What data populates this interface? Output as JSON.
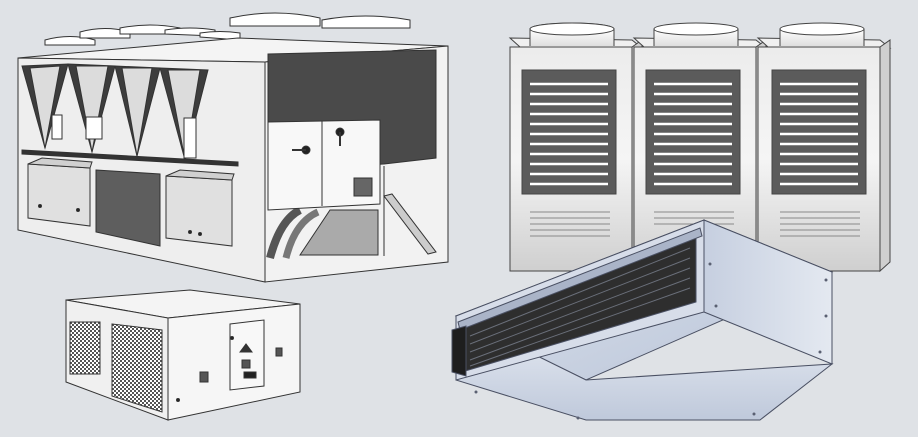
{
  "scene": {
    "background": "#dfe2e6",
    "units": [
      {
        "name": "air-cooled-chiller",
        "panel_color": "#efefef",
        "dark_color": "#4a4a4a"
      },
      {
        "name": "vrf-outdoor-units",
        "count": 3,
        "panel_color": "#e4e4e4",
        "grille_color": "#5a5a5a"
      },
      {
        "name": "rooftop-package-unit",
        "panel_color": "#f2f2f2"
      },
      {
        "name": "ducted-fan-coil-unit",
        "panel_color": "#c8d1e2",
        "accent_color": "#b9c4da"
      }
    ],
    "labels": {}
  }
}
